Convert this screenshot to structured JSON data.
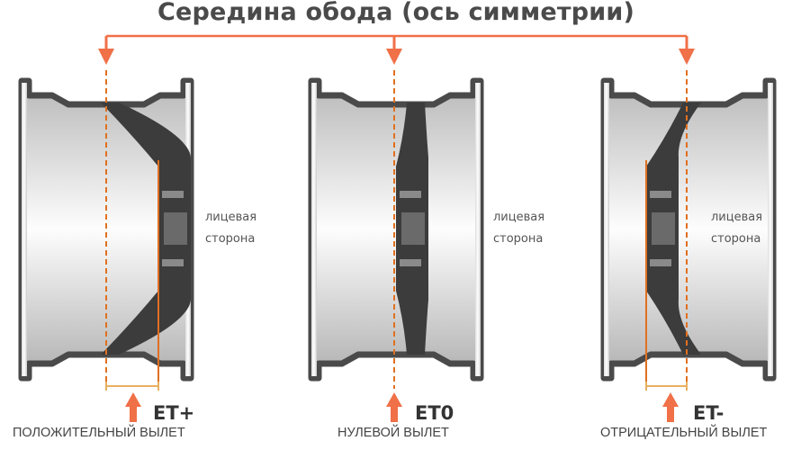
{
  "title": "Середина обода (ось симметрии)",
  "colors": {
    "accent": "#f07048",
    "line": "#e07020",
    "bracket": "#e8b060",
    "metal": "#4a4a4a"
  },
  "wheels": [
    {
      "face_label_1": "лицевая",
      "face_label_2": "сторона",
      "et_label": "ET+",
      "caption": "ПОЛОЖИТЕЛЬНЫЙ ВЫЛЕТ"
    },
    {
      "face_label_1": "лицевая",
      "face_label_2": "сторона",
      "et_label": "ET0",
      "caption": "НУЛЕВОЙ ВЫЛЕТ"
    },
    {
      "face_label_1": "лицевая",
      "face_label_2": "сторона",
      "et_label": "ET-",
      "caption": "ОТРИЦАТЕЛЬНЫЙ ВЫЛЕТ"
    }
  ]
}
